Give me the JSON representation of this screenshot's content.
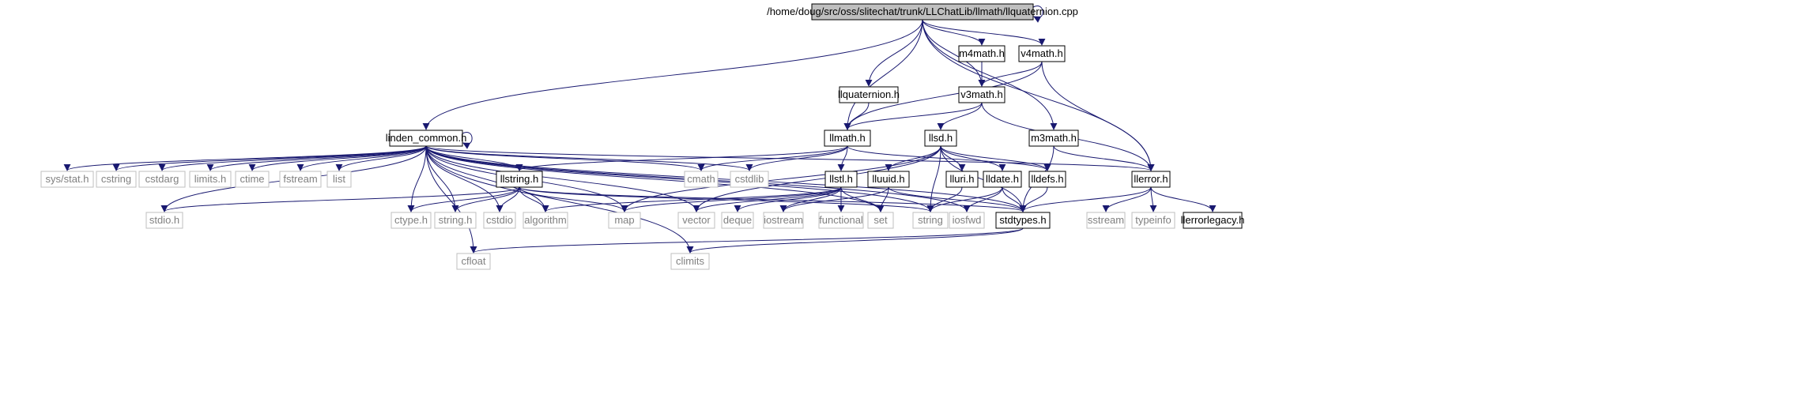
{
  "diagram": {
    "nodes": [
      {
        "id": "root",
        "label": "/home/doug/src/oss/slitechat/trunk/LLChatLib/llmath/llquaternion.cpp",
        "kind": "root"
      },
      {
        "id": "linden_common",
        "label": "linden_common.h",
        "kind": "doc"
      },
      {
        "id": "llmath",
        "label": "llmath.h",
        "kind": "doc"
      },
      {
        "id": "llquaternion",
        "label": "llquaternion.h",
        "kind": "doc"
      },
      {
        "id": "m4math",
        "label": "m4math.h",
        "kind": "doc"
      },
      {
        "id": "v4math",
        "label": "v4math.h",
        "kind": "doc"
      },
      {
        "id": "v3math",
        "label": "v3math.h",
        "kind": "doc"
      },
      {
        "id": "m3math",
        "label": "m3math.h",
        "kind": "doc"
      },
      {
        "id": "llerror",
        "label": "llerror.h",
        "kind": "doc"
      },
      {
        "id": "llsd",
        "label": "llsd.h",
        "kind": "doc"
      },
      {
        "id": "llstl",
        "label": "llstl.h",
        "kind": "doc"
      },
      {
        "id": "llstring",
        "label": "llstring.h",
        "kind": "doc"
      },
      {
        "id": "lluuid",
        "label": "lluuid.h",
        "kind": "doc"
      },
      {
        "id": "lluri",
        "label": "lluri.h",
        "kind": "doc"
      },
      {
        "id": "lldate",
        "label": "lldate.h",
        "kind": "doc"
      },
      {
        "id": "lldefs",
        "label": "lldefs.h",
        "kind": "doc"
      },
      {
        "id": "stdtypes",
        "label": "stdtypes.h",
        "kind": "doc"
      },
      {
        "id": "llerrorlegacy",
        "label": "llerrorlegacy.h",
        "kind": "doc"
      },
      {
        "id": "sys_stat",
        "label": "sys/stat.h",
        "kind": "ext"
      },
      {
        "id": "cstring",
        "label": "cstring",
        "kind": "ext"
      },
      {
        "id": "cstdarg",
        "label": "cstdarg",
        "kind": "ext"
      },
      {
        "id": "limits_h",
        "label": "limits.h",
        "kind": "ext"
      },
      {
        "id": "ctime",
        "label": "ctime",
        "kind": "ext"
      },
      {
        "id": "fstream",
        "label": "fstream",
        "kind": "ext"
      },
      {
        "id": "list",
        "label": "list",
        "kind": "ext"
      },
      {
        "id": "cmath",
        "label": "cmath",
        "kind": "ext"
      },
      {
        "id": "cstdlib",
        "label": "cstdlib",
        "kind": "ext"
      },
      {
        "id": "stdio",
        "label": "stdio.h",
        "kind": "ext"
      },
      {
        "id": "ctype",
        "label": "ctype.h",
        "kind": "ext"
      },
      {
        "id": "string_h",
        "label": "string.h",
        "kind": "ext"
      },
      {
        "id": "cstdio",
        "label": "cstdio",
        "kind": "ext"
      },
      {
        "id": "algorithm",
        "label": "algorithm",
        "kind": "ext"
      },
      {
        "id": "map",
        "label": "map",
        "kind": "ext"
      },
      {
        "id": "vector",
        "label": "vector",
        "kind": "ext"
      },
      {
        "id": "deque",
        "label": "deque",
        "kind": "ext"
      },
      {
        "id": "iostream",
        "label": "iostream",
        "kind": "ext"
      },
      {
        "id": "functional",
        "label": "functional",
        "kind": "ext"
      },
      {
        "id": "set",
        "label": "set",
        "kind": "ext"
      },
      {
        "id": "string",
        "label": "string",
        "kind": "ext"
      },
      {
        "id": "iosfwd",
        "label": "iosfwd",
        "kind": "ext"
      },
      {
        "id": "sstream",
        "label": "sstream",
        "kind": "ext"
      },
      {
        "id": "typeinfo",
        "label": "typeinfo",
        "kind": "ext"
      },
      {
        "id": "cfloat",
        "label": "cfloat",
        "kind": "ext"
      },
      {
        "id": "climits",
        "label": "climits",
        "kind": "ext"
      }
    ],
    "edges": [
      [
        "root",
        "root"
      ],
      [
        "root",
        "linden_common"
      ],
      [
        "root",
        "llmath"
      ],
      [
        "root",
        "llquaternion"
      ],
      [
        "root",
        "m4math"
      ],
      [
        "root",
        "v4math"
      ],
      [
        "root",
        "v3math"
      ],
      [
        "root",
        "m3math"
      ],
      [
        "root",
        "llerror"
      ],
      [
        "linden_common",
        "linden_common"
      ],
      [
        "linden_common",
        "sys_stat"
      ],
      [
        "linden_common",
        "cstring"
      ],
      [
        "linden_common",
        "cstdarg"
      ],
      [
        "linden_common",
        "limits_h"
      ],
      [
        "linden_common",
        "ctime"
      ],
      [
        "linden_common",
        "fstream"
      ],
      [
        "linden_common",
        "list"
      ],
      [
        "linden_common",
        "llstring"
      ],
      [
        "linden_common",
        "cmath"
      ],
      [
        "linden_common",
        "cstdlib"
      ],
      [
        "linden_common",
        "llerror"
      ],
      [
        "linden_common",
        "stdio"
      ],
      [
        "linden_common",
        "ctype"
      ],
      [
        "linden_common",
        "string_h"
      ],
      [
        "linden_common",
        "cstdio"
      ],
      [
        "linden_common",
        "algorithm"
      ],
      [
        "linden_common",
        "map"
      ],
      [
        "linden_common",
        "vector"
      ],
      [
        "linden_common",
        "set"
      ],
      [
        "linden_common",
        "string"
      ],
      [
        "linden_common",
        "iosfwd"
      ],
      [
        "linden_common",
        "stdtypes"
      ],
      [
        "linden_common",
        "cfloat"
      ],
      [
        "linden_common",
        "climits"
      ],
      [
        "llquaternion",
        "llmath"
      ],
      [
        "m4math",
        "v3math"
      ],
      [
        "v4math",
        "v3math"
      ],
      [
        "v4math",
        "llmath"
      ],
      [
        "v4math",
        "llerror"
      ],
      [
        "v3math",
        "llmath"
      ],
      [
        "v3math",
        "llerror"
      ],
      [
        "v3math",
        "llsd"
      ],
      [
        "m3math",
        "llerror"
      ],
      [
        "m3math",
        "stdtypes"
      ],
      [
        "llmath",
        "cmath"
      ],
      [
        "llmath",
        "cstdlib"
      ],
      [
        "llmath",
        "llstl"
      ],
      [
        "llmath",
        "lldefs"
      ],
      [
        "llmath",
        "llstring"
      ],
      [
        "llsd",
        "map"
      ],
      [
        "llsd",
        "string"
      ],
      [
        "llsd",
        "lluuid"
      ],
      [
        "llsd",
        "lluri"
      ],
      [
        "llsd",
        "lldate"
      ],
      [
        "llsd",
        "stdtypes"
      ],
      [
        "llsd",
        "vector"
      ],
      [
        "llsd",
        "lldefs"
      ],
      [
        "llstl",
        "functional"
      ],
      [
        "llstl",
        "algorithm"
      ],
      [
        "llstl",
        "map"
      ],
      [
        "llstl",
        "vector"
      ],
      [
        "llstl",
        "set"
      ],
      [
        "llstl",
        "deque"
      ],
      [
        "llstl",
        "iostream"
      ],
      [
        "llstring",
        "stdio"
      ],
      [
        "llstring",
        "ctype"
      ],
      [
        "llstring",
        "string_h"
      ],
      [
        "llstring",
        "cstdio"
      ],
      [
        "llstring",
        "algorithm"
      ],
      [
        "llstring",
        "map"
      ],
      [
        "llstring",
        "string"
      ],
      [
        "llstring",
        "stdtypes"
      ],
      [
        "lluuid",
        "iostream"
      ],
      [
        "lluuid",
        "set"
      ],
      [
        "lluuid",
        "stdtypes"
      ],
      [
        "lluri",
        "string"
      ],
      [
        "lldate",
        "iosfwd"
      ],
      [
        "lldate",
        "string"
      ],
      [
        "lldate",
        "stdtypes"
      ],
      [
        "lldefs",
        "stdtypes"
      ],
      [
        "llerror",
        "sstream"
      ],
      [
        "llerror",
        "typeinfo"
      ],
      [
        "llerror",
        "stdtypes"
      ],
      [
        "llerror",
        "llerrorlegacy"
      ],
      [
        "stdtypes",
        "cfloat"
      ],
      [
        "stdtypes",
        "climits"
      ]
    ]
  },
  "colors": {
    "edge": "#191970",
    "doc_border": "#000000",
    "ext_border": "#bfbfbf",
    "ext_text": "#808080",
    "root_fill": "#bfbfbf",
    "text": "#000000"
  }
}
